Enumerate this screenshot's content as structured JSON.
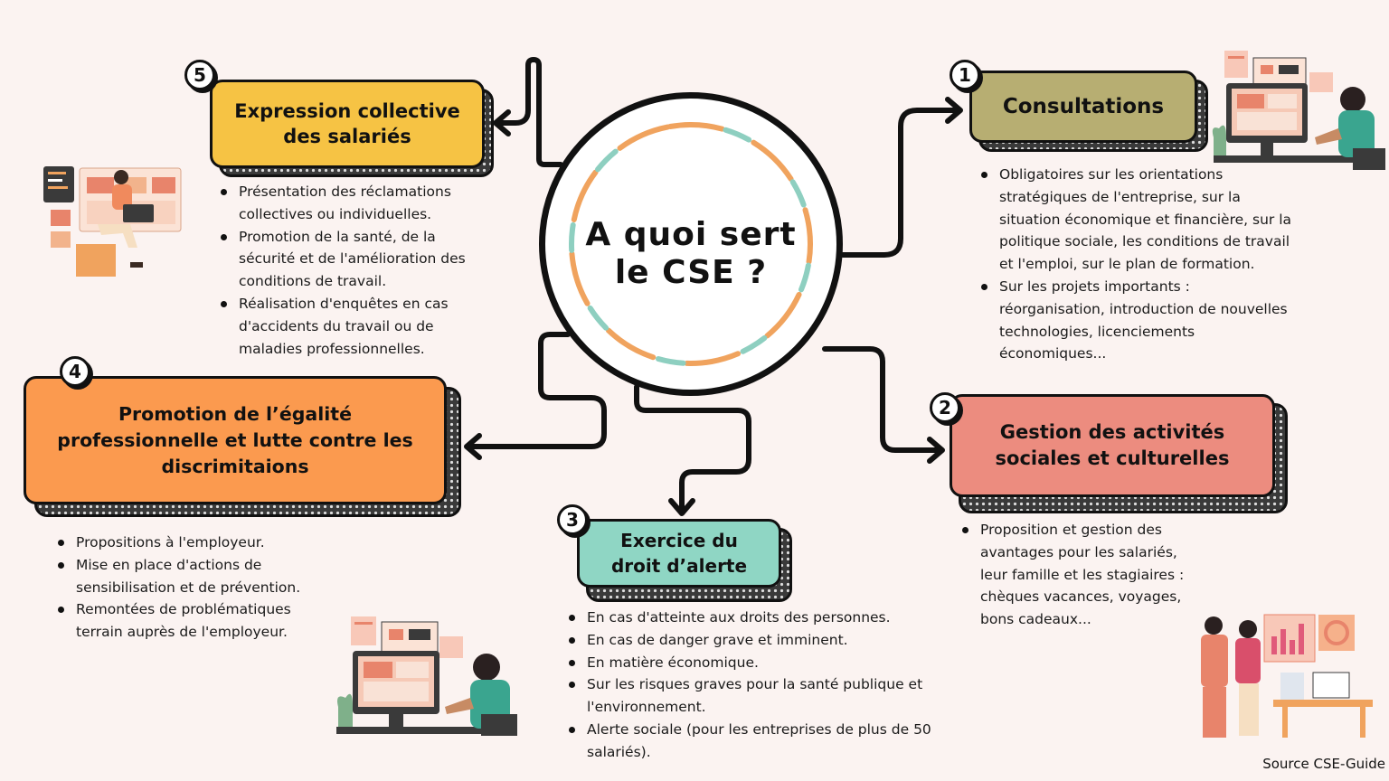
{
  "center": {
    "title": "A quoi sert le CSE ?"
  },
  "colors": {
    "background": "#fbf3f1",
    "box1": "#b7ae72",
    "box2": "#ec8c7f",
    "box3": "#8fd6c4",
    "box4": "#fb9a4f",
    "box5": "#f6c344",
    "ring_orange": "#f0a35e",
    "ring_teal": "#8ecfc0"
  },
  "sections": [
    {
      "number": "1",
      "title": "Consultations",
      "bullets": [
        "Obligatoires sur les orientations stratégiques de l'entreprise, sur la situation économique et financière, sur la politique sociale, les conditions de travail et l'emploi, sur le plan de formation.",
        "Sur les projets importants : réorganisation, introduction de nouvelles technologies, licenciements économiques..."
      ]
    },
    {
      "number": "2",
      "title": "Gestion des activités sociales et culturelles",
      "bullets": [
        "Proposition et gestion des avantages pour les salariés, leur famille et les stagiaires : chèques vacances, voyages, bons cadeaux..."
      ]
    },
    {
      "number": "3",
      "title": "Exercice du droit d’alerte",
      "bullets": [
        "En cas d'atteinte aux droits des personnes.",
        "En cas de danger grave et imminent.",
        "En matière économique.",
        "Sur les risques graves pour la santé publique et l'environnement.",
        "Alerte sociale (pour les entreprises de plus de 50 salariés)."
      ]
    },
    {
      "number": "4",
      "title": "Promotion de l’égalité professionnelle et lutte contre les discrimitaions",
      "bullets": [
        "Propositions à l'employeur.",
        "Mise en place d'actions de sensibilisation et de prévention.",
        "Remontées de problématiques terrain auprès de l'employeur."
      ]
    },
    {
      "number": "5",
      "title": "Expression collective des salariés",
      "bullets": [
        "Présentation des réclamations collectives ou individuelles.",
        "Promotion de la santé, de la sécurité et de l'amélioration des conditions de travail.",
        "Réalisation d'enquêtes en cas d'accidents du travail ou de maladies professionnelles."
      ]
    }
  ],
  "footer": {
    "source": "Source CSE-Guide"
  },
  "illustrations": {
    "top_left": "person-laptop-illustration",
    "top_right": "person-desk-computer-illustration",
    "bottom_center": "person-desk-computer-illustration",
    "bottom_right": "two-people-presentation-illustration"
  }
}
